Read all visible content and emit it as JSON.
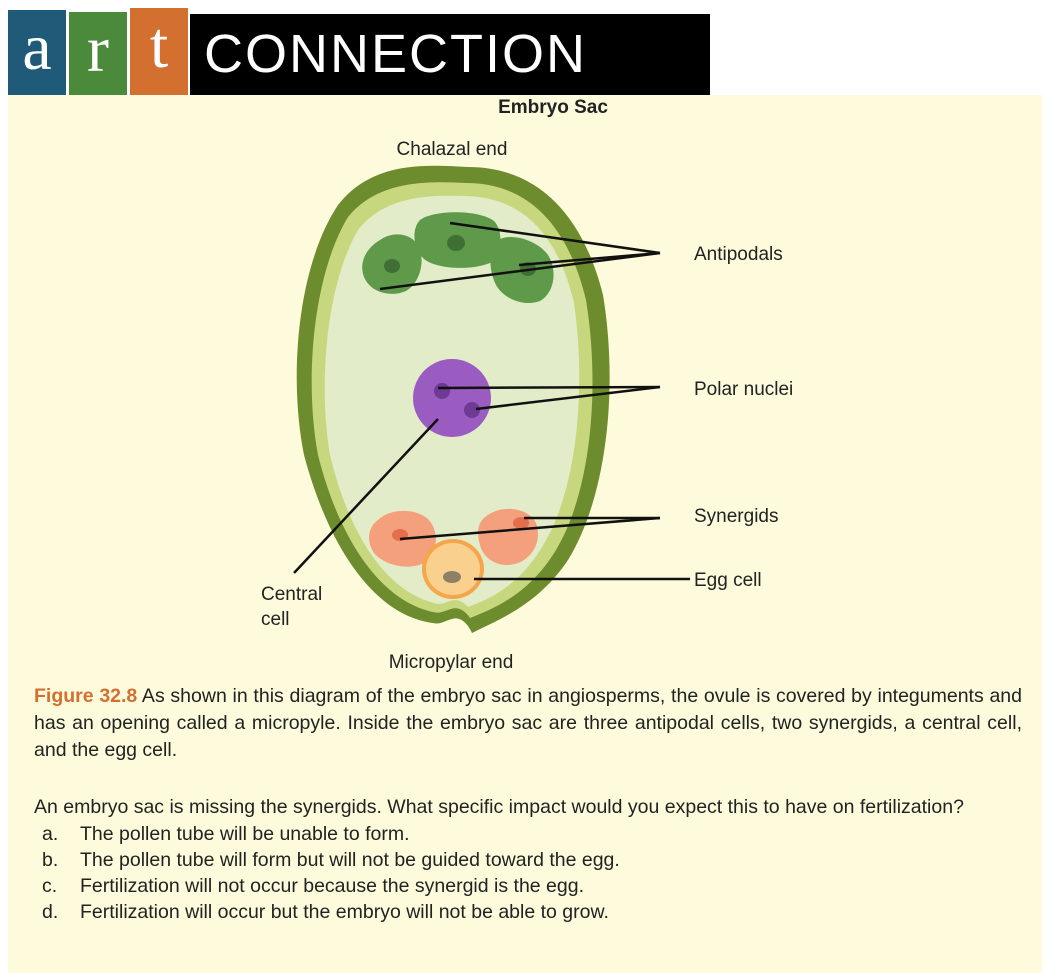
{
  "banner": {
    "letter_a": "a",
    "letter_r": "r",
    "letter_t": "t",
    "word": "CONNECTION"
  },
  "figure": {
    "title": "Embryo Sac",
    "labels": {
      "top": "Chalazal end",
      "antipodals": "Antipodals",
      "polar": "Polar nuclei",
      "synergids": "Synergids",
      "egg": "Egg cell",
      "central_1": "Central",
      "central_2": "cell",
      "bottom": "Micropylar end"
    }
  },
  "caption": {
    "number": "Figure 32.8",
    "text": " As shown in this diagram of the embryo sac in angiosperms, the ovule is covered by integuments and has an opening called a micropyle. Inside the embryo sac are three antipodal cells, two synergids, a central cell, and the egg cell."
  },
  "question": {
    "text": "An embryo sac is missing the synergids. What specific impact would you expect this to have on fertilization?",
    "choices": [
      {
        "letter": "a.",
        "text": "The pollen tube will be unable to form."
      },
      {
        "letter": "b.",
        "text": "The pollen tube will form but will not be guided toward the egg."
      },
      {
        "letter": "c.",
        "text": "Fertilization will not occur because the synergid is the egg."
      },
      {
        "letter": "d.",
        "text": "Fertilization will occur but the embryo will not be able to grow."
      }
    ]
  },
  "colors": {
    "accent_orange": "#d4702f",
    "tile_blue": "#1f5a78",
    "tile_green": "#4a8a3a",
    "panel_bg": "#fdfbdc",
    "integument": "#6d8c2e",
    "sac_fill": "#e2ecc8",
    "antipodal": "#5f9a4a",
    "central_cell": "#9b5cc2",
    "synergid": "#f4a07c",
    "egg": "#f9d08e"
  }
}
